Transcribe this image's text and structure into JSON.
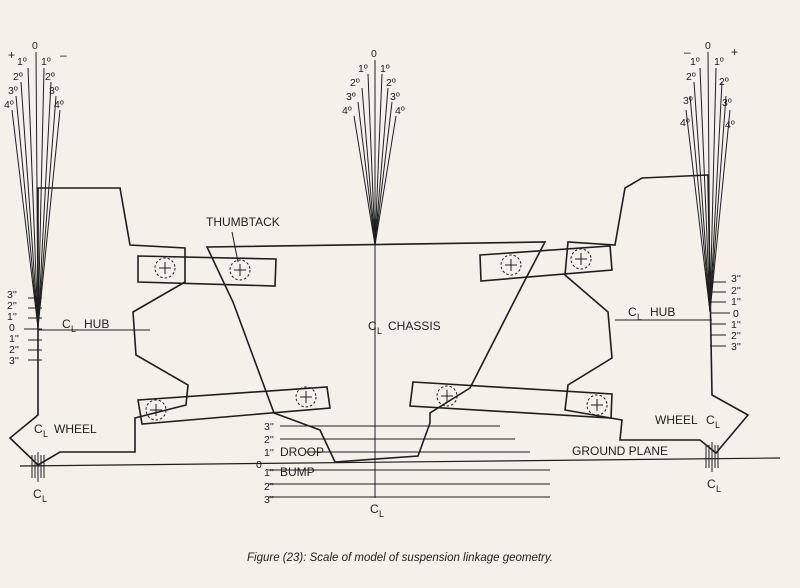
{
  "labels": {
    "thumbtack": "THUMBTACK",
    "chassis": "CHASSIS",
    "hub": "HUB",
    "wheel": "WHEEL",
    "droop": "DROOP",
    "bump": "BUMP",
    "ground_plane": "GROUND PLANE",
    "cl_c": "C",
    "cl_l": "L"
  },
  "camber_scale": {
    "zero": "0",
    "left_ticks": [
      "1º",
      "2º",
      "3º",
      "4º"
    ],
    "right_ticks": [
      "1º",
      "2º",
      "3º",
      "4º"
    ],
    "plus": "+",
    "minus": "–"
  },
  "hub_scale": {
    "upper": [
      "3''",
      "2''",
      "1''"
    ],
    "zero": "0",
    "lower": [
      "1''",
      "2''",
      "3''"
    ]
  },
  "travel_scale": {
    "droop": [
      "3''",
      "2''",
      "1''"
    ],
    "zero": "0",
    "bump": [
      "1''",
      "2''",
      "3''"
    ]
  },
  "caption": "Figure (23): Scale of model of suspension linkage geometry.",
  "colors": {
    "ink": "#1e1e1e",
    "paper": "#f4f1ea"
  }
}
